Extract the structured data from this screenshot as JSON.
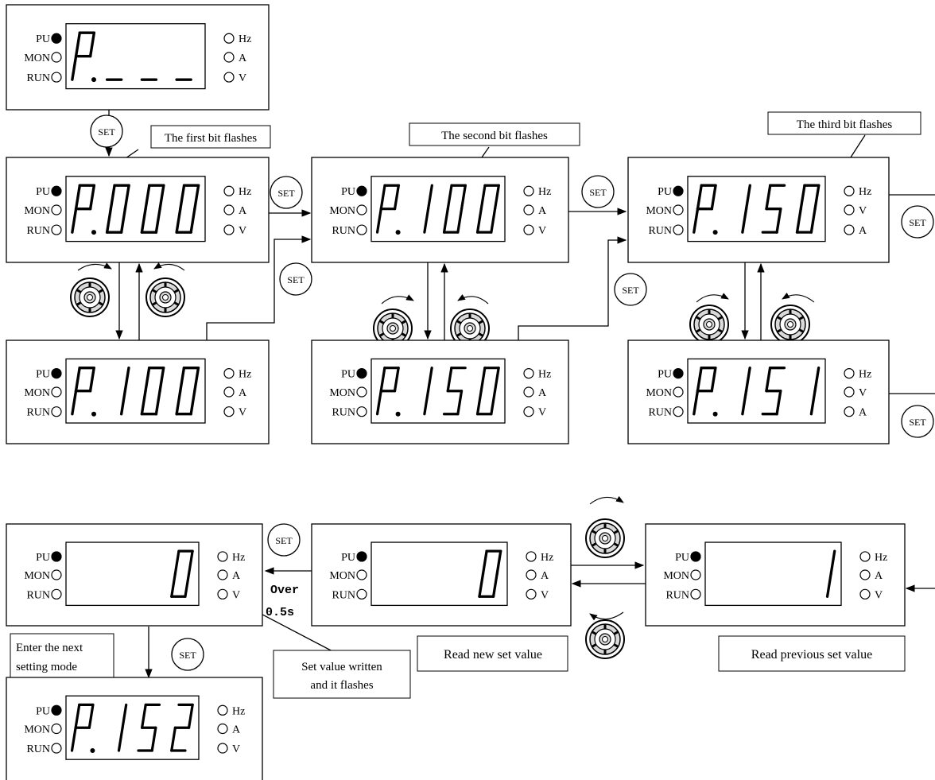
{
  "panel_labels": {
    "pu": "PU",
    "mon": "MON",
    "run": "RUN",
    "hz": "Hz",
    "a": "A",
    "v": "V"
  },
  "set_label": "SET",
  "panels": [
    {
      "id": "p1",
      "display": "P.---",
      "units": [
        "Hz",
        "A",
        "V"
      ]
    },
    {
      "id": "p2",
      "display": "P.000",
      "units": [
        "Hz",
        "A",
        "V"
      ]
    },
    {
      "id": "p3",
      "display": "P.100",
      "units": [
        "Hz",
        "A",
        "V"
      ]
    },
    {
      "id": "p4",
      "display": "P.100",
      "units": [
        "Hz",
        "A",
        "V"
      ]
    },
    {
      "id": "p5",
      "display": "P.150",
      "units": [
        "Hz",
        "A",
        "V"
      ]
    },
    {
      "id": "p6",
      "display": "P.150",
      "units": [
        "Hz",
        "V",
        "A"
      ]
    },
    {
      "id": "p7",
      "display": "P.151",
      "units": [
        "Hz",
        "V",
        "A"
      ]
    },
    {
      "id": "p8",
      "display": "0",
      "units": [
        "Hz",
        "A",
        "V"
      ]
    },
    {
      "id": "p9",
      "display": "0",
      "units": [
        "Hz",
        "A",
        "V"
      ]
    },
    {
      "id": "p10",
      "display": "1",
      "units": [
        "Hz",
        "A",
        "V"
      ]
    },
    {
      "id": "p11",
      "display": "P.152",
      "units": [
        "Hz",
        "A",
        "V"
      ]
    }
  ],
  "callouts": {
    "first_bit": "The first bit flashes",
    "second_bit": "The second bit flashes",
    "third_bit": "The third bit flashes",
    "read_new": "Read new set value",
    "read_previous": "Read previous set value",
    "set_written_1": "Set value written",
    "set_written_2": "and it flashes",
    "next_mode_1": "Enter the next",
    "next_mode_2": "setting mode",
    "over_1": "Over",
    "over_2": "0.5s"
  }
}
